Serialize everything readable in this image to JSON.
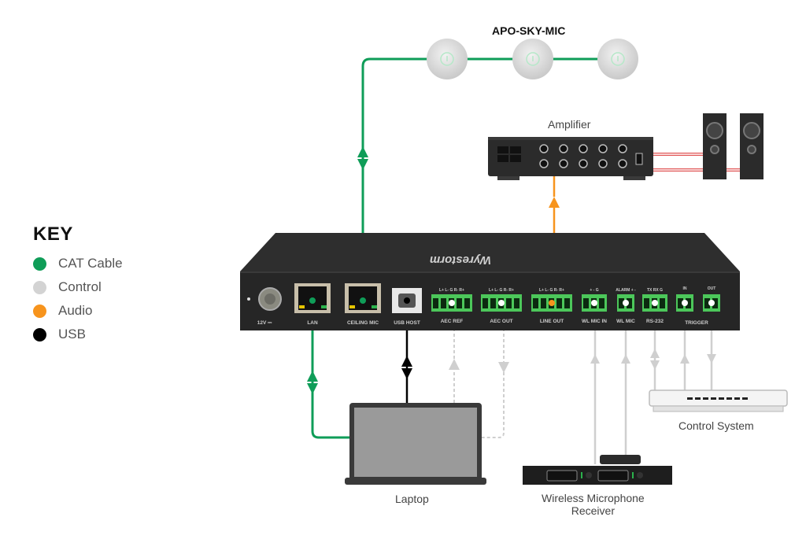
{
  "key": {
    "title": "KEY",
    "items": [
      {
        "label": "CAT Cable",
        "color": "#0f9d58"
      },
      {
        "label": "Control",
        "color": "#d3d3d3"
      },
      {
        "label": "Audio",
        "color": "#f7941d"
      },
      {
        "label": "USB",
        "color": "#000000"
      }
    ]
  },
  "devices": {
    "mics_label": "APO-SKY-MIC",
    "amplifier_label": "Amplifier",
    "laptop_label": "Laptop",
    "control_system_label": "Control System",
    "wireless_receiver_label_line1": "Wireless Microphone",
    "wireless_receiver_label_line2": "Receiver"
  },
  "main_unit": {
    "brand": "Wyrestorm",
    "ports": [
      {
        "label": "12V ⎓"
      },
      {
        "label": "LAN"
      },
      {
        "label": "CEILING MIC"
      },
      {
        "label": "USB HOST"
      },
      {
        "label": "AEC REF",
        "pins": "L+ L- G R- R+"
      },
      {
        "label": "AEC OUT",
        "pins": "L+ L- G R- R+"
      },
      {
        "label": "LINE OUT",
        "pins": "L+ L- G R- R+"
      },
      {
        "label": "WL MIC IN",
        "pins": "+ - G"
      },
      {
        "label": "WL MIC",
        "pins": "ALARM + -"
      },
      {
        "label": "RS-232",
        "pins": "TX RX G"
      },
      {
        "label": "TRIGGER",
        "in": "IN",
        "out": "OUT"
      }
    ]
  },
  "colors": {
    "cat": "#0f9d58",
    "control": "#cfcfcf",
    "audio": "#f7941d",
    "usb": "#000000",
    "device_dark": "#2b2b2b",
    "terminal_green": "#4cc75a"
  }
}
